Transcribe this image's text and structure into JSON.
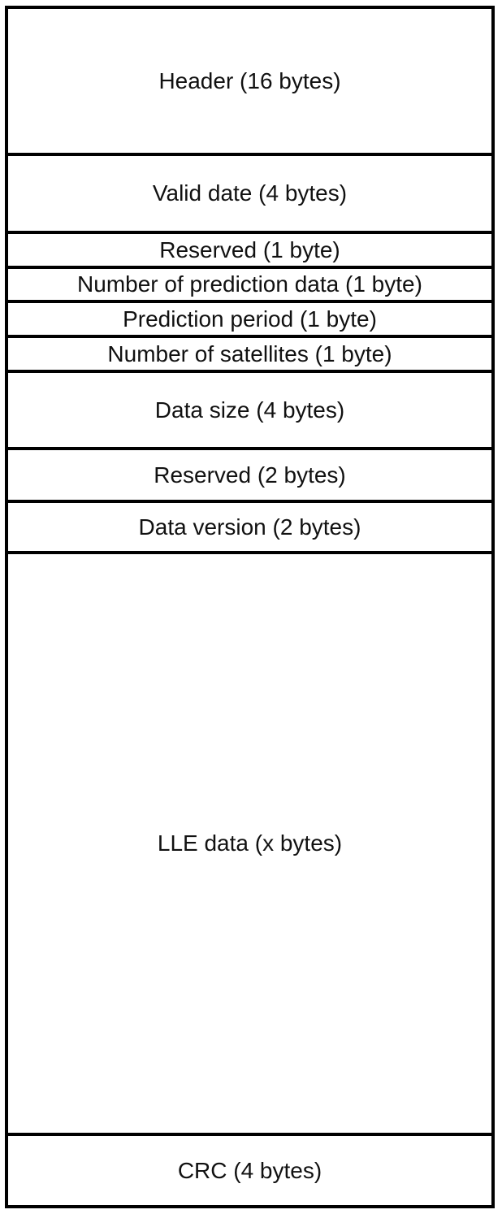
{
  "fields": [
    {
      "label": "Header (16 bytes)"
    },
    {
      "label": "Valid date (4 bytes)"
    },
    {
      "label": "Reserved (1 byte)"
    },
    {
      "label": "Number of prediction data (1 byte)"
    },
    {
      "label": "Prediction period (1 byte)"
    },
    {
      "label": "Number of satellites (1 byte)"
    },
    {
      "label": "Data size (4 bytes)"
    },
    {
      "label": "Reserved (2 bytes)"
    },
    {
      "label": "Data version (2 bytes)"
    },
    {
      "label": "LLE data (x bytes)"
    },
    {
      "label": "CRC (4 bytes)"
    }
  ]
}
